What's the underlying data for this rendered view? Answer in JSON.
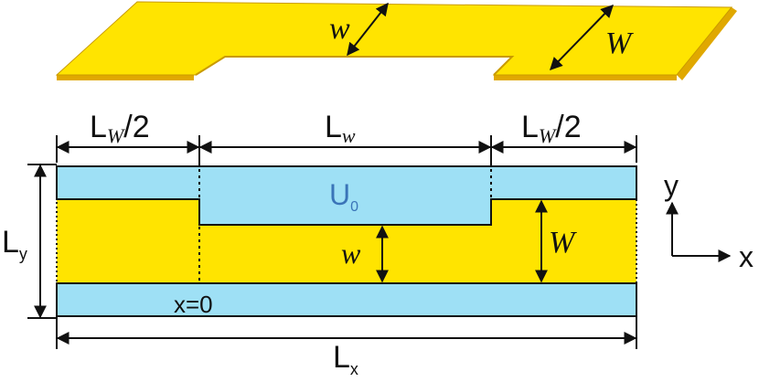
{
  "perspective": {
    "narrow_width_label": "w",
    "wide_width_label": "W"
  },
  "top_dims": {
    "left_lead_label_L": "L",
    "left_lead_label_sub": "W",
    "left_lead_label_tail": "/2",
    "middle_label_L": "L",
    "middle_label_sub": "w",
    "right_lead_label_L": "L",
    "right_lead_label_sub": "W",
    "right_lead_label_tail": "/2"
  },
  "plan": {
    "potential_label": "U",
    "potential_sub": "0",
    "origin_label": "x=0",
    "narrow_width_label": "w",
    "wide_width_label": "W",
    "height_label_L": "L",
    "height_label_sub": "y",
    "length_label_L": "L",
    "length_label_sub": "x"
  },
  "axes": {
    "y_label": "y",
    "x_label": "x"
  },
  "colors": {
    "conductor": "#ffe400",
    "conductor_edge": "#e0a800",
    "gate": "#9ee0f5",
    "outline": "#111111"
  }
}
